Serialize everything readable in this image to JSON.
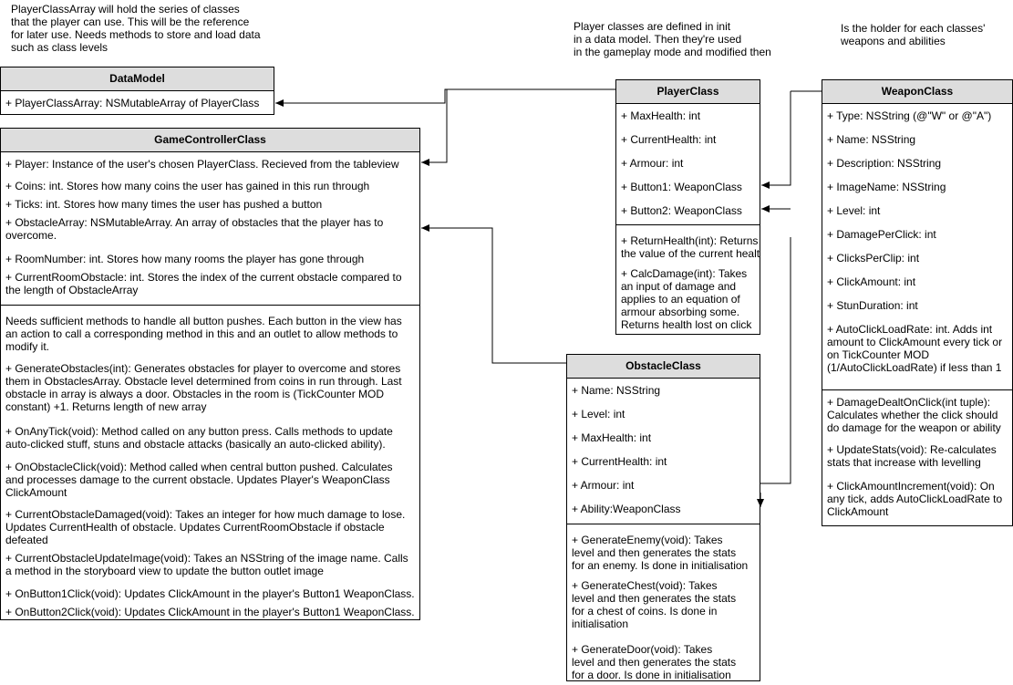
{
  "notes": {
    "player_class_array": "PlayerClassArray will hold the series of classes\nthat the player can use. This will be the reference\nfor later use. Needs methods to store and load data\nsuch as class levels",
    "player_classes": "Player classes are defined in init\nin a data model. Then they're used\nin the gameplay mode and modified then",
    "weapon_holder": "Is the holder for each classes'\nweapons and abilities"
  },
  "data_model": {
    "title": "DataModel",
    "attributes": [
      "+ PlayerClassArray: NSMutableArray of PlayerClass"
    ]
  },
  "game_controller": {
    "title": "GameControllerClass",
    "attributes": [
      "+ Player: Instance of the user's chosen PlayerClass. Recieved from the tableview",
      "+ Coins: int. Stores how many coins the user has gained in this run through",
      "+ Ticks: int. Stores how many times the user has pushed a button",
      "+ ObstacleArray: NSMutableArray. An array of obstacles that the player has to\novercome.",
      "+ RoomNumber: int. Stores how many rooms the player has gone through",
      "+ CurrentRoomObstacle: int. Stores the index of the current obstacle compared to\nthe length of ObstacleArray"
    ],
    "methods": [
      "Needs sufficient methods to handle all button pushes. Each button in the view has\nan action to call a corresponding method in this and an outlet to allow methods to\nmodify it.",
      "+ GenerateObstacles(int): Generates obstacles for player to overcome and stores\nthem in ObstaclesArray. Obstacle level determined from coins in run through. Last\nobstacle in array is always a door. Obstacles in the room is (TickCounter MOD\nconstant) +1. Returns length of new array",
      "+ OnAnyTick(void): Method called on any button press. Calls methods to update\nauto-clicked stuff, stuns and obstacle attacks (basically an auto-clicked ability).",
      "+ OnObstacleClick(void): Method called when central button pushed. Calculates\nand processes damage to the current obstacle. Updates Player's WeaponClass\nClickAmount",
      "+ CurrentObstacleDamaged(void): Takes an integer for how much damage to lose.\nUpdates CurrentHealth of obstacle. Updates CurrentRoomObstacle if obstacle\ndefeated",
      "+ CurrentObstacleUpdateImage(void): Takes an NSString of the image name. Calls\na method in the storyboard view to update the button outlet image",
      "+ OnButton1Click(void): Updates ClickAmount in the player's Button1 WeaponClass.",
      "+ OnButton2Click(void): Updates ClickAmount in the player's Button1 WeaponClass."
    ]
  },
  "player_class": {
    "title": "PlayerClass",
    "attributes": [
      "+ MaxHealth: int",
      "+ CurrentHealth: int",
      "+ Armour: int",
      "+ Button1: WeaponClass",
      "+ Button2: WeaponClass"
    ],
    "methods": [
      "+ ReturnHealth(int): Returns\nthe value of the current health",
      "+ CalcDamage(int): Takes\nan input of damage and\napplies to an equation of\narmour absorbing some.\nReturns health lost on click"
    ]
  },
  "obstacle_class": {
    "title": "ObstacleClass",
    "attributes": [
      "+ Name: NSString",
      "+ Level: int",
      "+ MaxHealth: int",
      "+ CurrentHealth: int",
      "+ Armour: int",
      "+ Ability:WeaponClass"
    ],
    "methods": [
      "+ GenerateEnemy(void): Takes\nlevel and then generates the stats\nfor an enemy. Is done in initialisation",
      "+ GenerateChest(void): Takes\nlevel and then generates the stats\nfor a chest of coins. Is done in\ninitialisation",
      "+ GenerateDoor(void): Takes\nlevel and then generates the stats\nfor a door. Is done in initialisation"
    ]
  },
  "weapon_class": {
    "title": "WeaponClass",
    "attributes": [
      "+ Type: NSString (@\"W\" or @\"A\")",
      "+ Name: NSString",
      "+ Description: NSString",
      "+ ImageName: NSString",
      "+ Level: int",
      "+ DamagePerClick: int",
      "+ ClicksPerClip: int",
      "+ ClickAmount: int",
      "+ StunDuration: int",
      "+ AutoClickLoadRate: int. Adds int\namount to ClickAmount every tick or\non TickCounter MOD\n(1/AutoClickLoadRate) if less than 1"
    ],
    "methods": [
      "+ DamageDealtOnClick(int tuple):\nCalculates whether the click should\ndo damage for the weapon or ability",
      "+ UpdateStats(void): Re-calculates\nstats that increase with levelling",
      "+ ClickAmountIncrement(void): On\nany tick, adds AutoClickLoadRate to\nClickAmount"
    ]
  }
}
